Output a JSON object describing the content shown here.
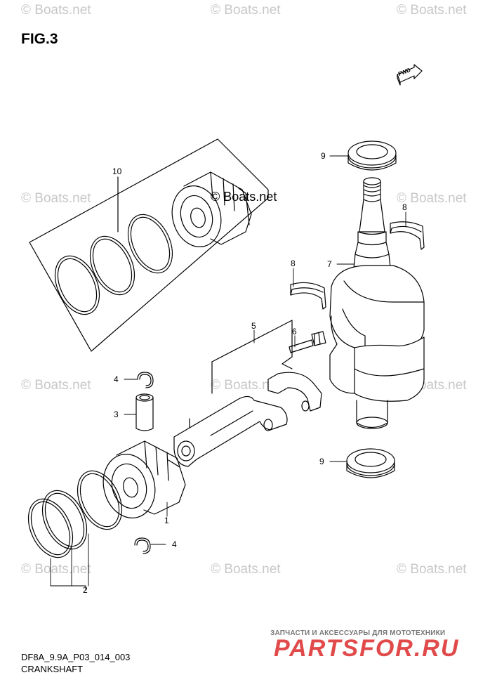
{
  "figure": {
    "title": "FIG.3"
  },
  "watermark_text": "© Boats.net",
  "inner_watermark": "© Boats.net",
  "fwd_label": "FWD",
  "callouts": {
    "c1": "1",
    "c2": "2",
    "c3": "3",
    "c4a": "4",
    "c4b": "4",
    "c5": "5",
    "c6": "6",
    "c7": "7",
    "c8a": "8",
    "c8b": "8",
    "c9a": "9",
    "c9b": "9",
    "c10": "10"
  },
  "footer": {
    "code": "DF8A_9.9A_P03_014_003",
    "name": "CRANKSHAFT"
  },
  "seller": {
    "subtitle": "ЗАПЧАСТИ И АКСЕССУАРЫ ДЛЯ МОТОТЕХНИКИ",
    "logo": "PARTSFOR.RU"
  },
  "colors": {
    "line": "#000000",
    "watermark": "#c8c8c8",
    "seller_red": "#e14a4a"
  }
}
